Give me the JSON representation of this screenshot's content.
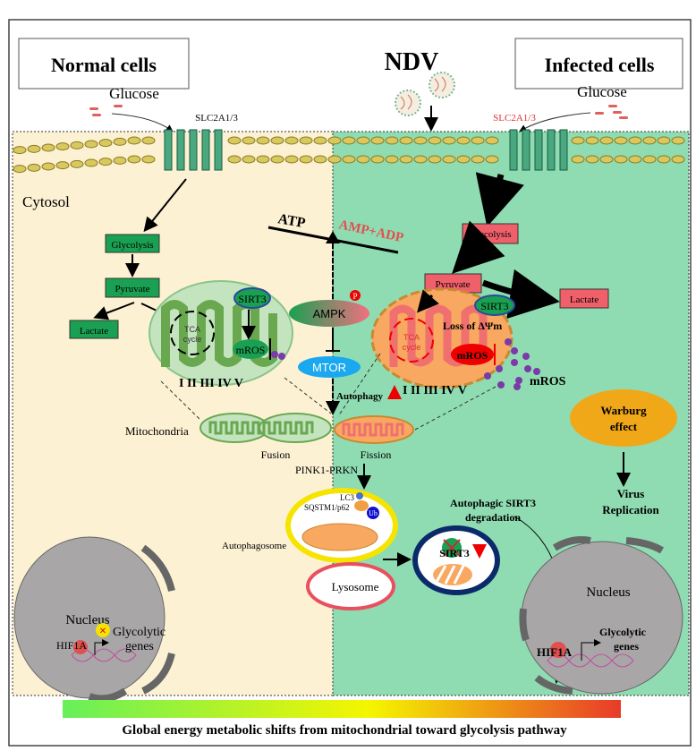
{
  "headers": {
    "normal": "Normal cells",
    "infected": "Infected cells",
    "virus": "NDV"
  },
  "left": {
    "glucose": "Glucose",
    "transporter": "SLC2A1/3",
    "cytosol": "Cytosol",
    "glycolysis": "Glycolysis",
    "pyruvate": "Pyruvate",
    "lactate": "Lactate",
    "tca": [
      "TCA",
      "cycle"
    ],
    "sirt3": "SIRT3",
    "mros": "mROS",
    "complexes": "I  II  III IV V",
    "mitochondria": "Mitochondria",
    "fusion": "Fusion",
    "nucleus": "Nucleus",
    "hif1a": "HIF1A",
    "genes": [
      "Glycolytic",
      "genes"
    ]
  },
  "center": {
    "atp": "ATP",
    "amp_adp": "AMP+ADP",
    "ampk": "AMPK",
    "phospho": "P",
    "mtor": "MTOR",
    "autophagy": "Autophagy",
    "pink1": "PINK1-PRKN",
    "lc3": "LC3",
    "sqstm1": "SQSTM1/p62",
    "ub": "Ub",
    "autophagosome": "Autophagosome",
    "lysosome": "Lysosome"
  },
  "right": {
    "glucose": "Glucose",
    "transporter": "SLC2A1/3",
    "glycolysis": "Glycolysis",
    "pyruvate": "Pyruvate",
    "lactate": "Lactate",
    "tca": [
      "TCA",
      "cycle"
    ],
    "sirt3": "SIRT3",
    "loss": "Loss of ΔΨm",
    "mros": "mROS",
    "mros_label": "mROS",
    "complexes": "I II III IV V",
    "fission": "Fission",
    "degradation": [
      "Autophagic SIRT3",
      "degradation"
    ],
    "sirt3_degraded": "SIRT3",
    "warburg": [
      "Warburg",
      "effect"
    ],
    "virus_replication": [
      "Virus",
      "Replication"
    ],
    "nucleus": "Nucleus",
    "hif1a": "HIF1A",
    "genes": [
      "Glycolytic",
      "genes"
    ]
  },
  "footer": {
    "caption": "Global energy metabolic shifts from mitochondrial toward glycolysis pathway"
  },
  "colors": {
    "normal_bg": "#fdf1d3",
    "infected_bg": "#8fdcb2",
    "green_box": "#1aa052",
    "red_box": "#f0606a",
    "warburg": "#f0a818",
    "mros_dot": "#7a3aa8"
  }
}
